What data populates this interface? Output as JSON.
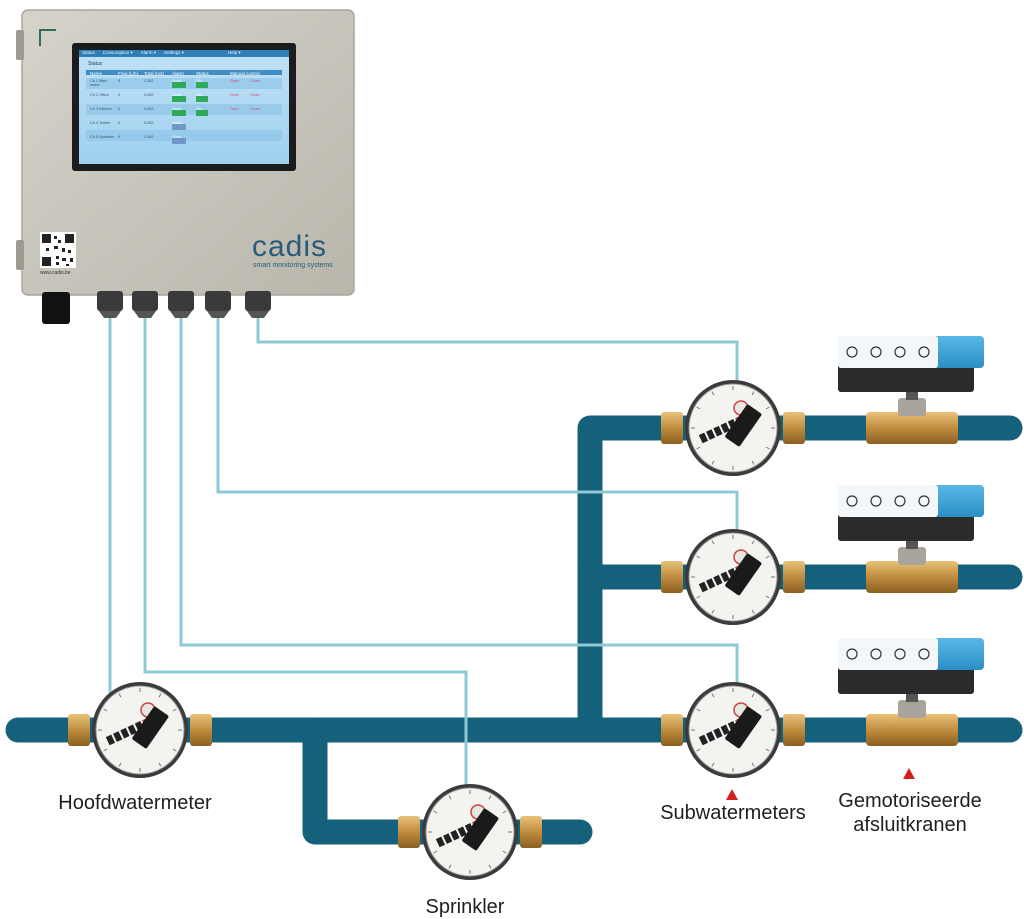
{
  "controller": {
    "brand": "cadis",
    "tagline": "smart monitoring systems",
    "url": "www.cadis.be",
    "screen": {
      "tabs": [
        "Status",
        "Consumption ▾",
        "Alarm ▾",
        "Settings ▾",
        "Help ▾"
      ],
      "heading": "Status",
      "columns": [
        "Name",
        "Flow (L/h)",
        "Total (m3)",
        "Alarm",
        "Status",
        "Manual control"
      ],
      "rows": [
        {
          "name": "Ch 1 Main meter",
          "flow": "0",
          "total": "1.262",
          "alarm": "Good",
          "status": "ON",
          "open": "Open",
          "close": "Close"
        },
        {
          "name": "Ch 2 Office",
          "flow": "0",
          "total": "0.262",
          "alarm": "Good",
          "status": "ON",
          "open": "Open",
          "close": "Close"
        },
        {
          "name": "Ch 3 Kitchen",
          "flow": "0",
          "total": "0.262",
          "alarm": "Good",
          "status": "ON",
          "open": "Open",
          "close": "Close"
        },
        {
          "name": "Ch 4 Toilets",
          "flow": "0",
          "total": "0.262",
          "alarm": "Good",
          "status": "",
          "open": "",
          "close": ""
        },
        {
          "name": "Ch 5 Sprinkler",
          "flow": "0",
          "total": "1.262",
          "alarm": "Good",
          "status": "",
          "open": "",
          "close": ""
        }
      ]
    }
  },
  "labels": {
    "main_meter": "Hoofdwatermeter",
    "sprinkler": "Sprinkler",
    "sub_meters": "Subwatermeters",
    "valves_line1": "Gemotoriseerde",
    "valves_line2": "afsluitkranen"
  },
  "colors": {
    "pipe": "#15607a",
    "cable": "#8ec9d6",
    "enclosure": "#c9c6bc",
    "actuator": "#3aa3d8",
    "brass": "#c59a52",
    "marker": "#d41f1f"
  }
}
